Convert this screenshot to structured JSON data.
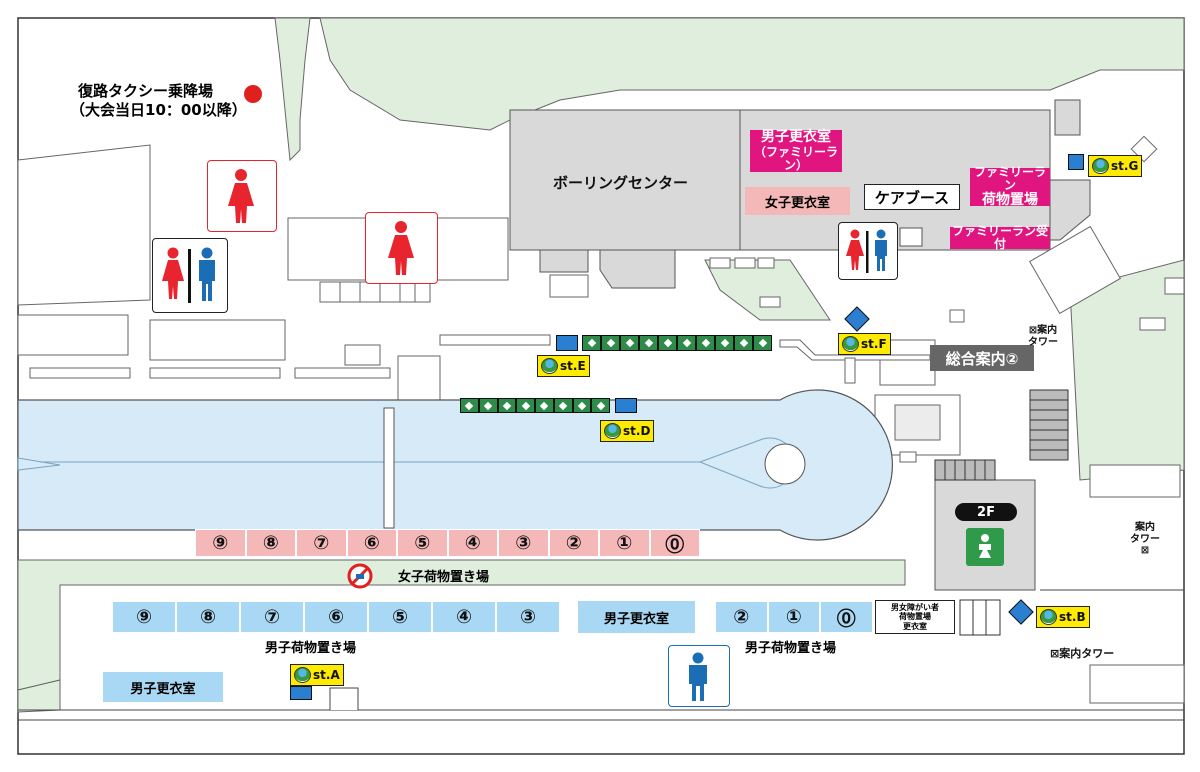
{
  "taxi": {
    "line1": "復路タクシー乗降場",
    "line2": "（大会当日10：00以降）"
  },
  "buildings": {
    "bowling": "ボーリングセンター",
    "mens_family_l1": "男子更衣室",
    "mens_family_l2": "（ファミリーラン）",
    "womens_changing_top": "女子更衣室",
    "care_booth": "ケアブース",
    "family_baggage_l1": "ファミリーラン",
    "family_baggage_l2": "荷物置場",
    "family_reception": "ファミリーラン受付",
    "info_center": "総合案内②",
    "floor_2f": "2F"
  },
  "pink_row": [
    "⑨",
    "⑧",
    "⑦",
    "⑥",
    "⑤",
    "④",
    "③",
    "②",
    "①",
    "⓪"
  ],
  "womens_baggage": "女子荷物置き場",
  "blue_row_left": [
    "⑨",
    "⑧",
    "⑦",
    "⑥",
    "⑤",
    "④",
    "③"
  ],
  "blue_row_right": [
    "②",
    "①",
    "⓪"
  ],
  "mens_changing_mid": "男子更衣室",
  "mens_changing_left": "男子更衣室",
  "mens_baggage_left": "男子荷物置き場",
  "mens_baggage_right": "男子荷物置き場",
  "accessible": {
    "line1": "男女障がい者",
    "line2": "荷物置場",
    "line3": "更衣室"
  },
  "stations": {
    "a": "st.A",
    "b": "st.B",
    "d": "st.D",
    "e": "st.E",
    "f": "st.F",
    "g": "st.G"
  },
  "towers": {
    "t1_l1": "⊠案内",
    "t1_l2": "タワー",
    "t2_l1": "案内",
    "t2_l2": "タワー",
    "t2_l3": "⊠",
    "t3": "⊠案内タワー"
  },
  "icons": {
    "restroom_female": "female-restroom-icon",
    "restroom_male": "male-restroom-icon",
    "nursing": "nursing-room-icon",
    "no_entry": "no-entry-icon"
  },
  "colors": {
    "green_area": "#dfeedd",
    "building_gray": "#d9d9d9",
    "water": "#d6eaf8",
    "pink": "#f5b8b8",
    "blue": "#a9d8f5",
    "magenta": "#e0157f",
    "female_red": "#e8242f",
    "male_blue": "#1b6db6",
    "station_yellow": "#ffeb00",
    "taxi_red": "#e0201c"
  }
}
